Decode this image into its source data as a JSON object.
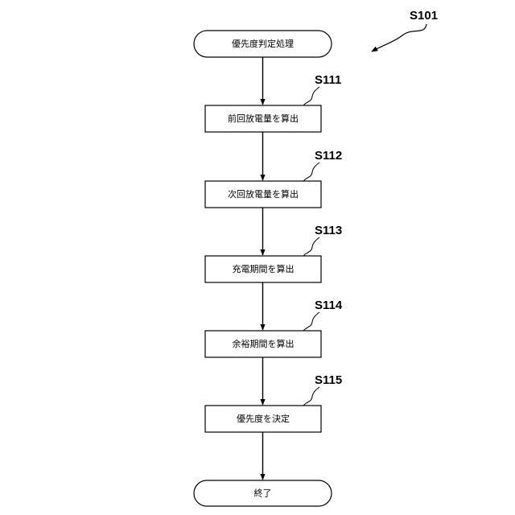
{
  "diagram_id": "S101",
  "start": {
    "label": "優先度判定処理"
  },
  "steps": [
    {
      "id": "S111",
      "label": "前回放電量を算出"
    },
    {
      "id": "S112",
      "label": "次回放電量を算出"
    },
    {
      "id": "S113",
      "label": "充電期間を算出"
    },
    {
      "id": "S114",
      "label": "余裕期間を算出"
    },
    {
      "id": "S115",
      "label": "優先度を決定"
    }
  ],
  "end": {
    "label": "終了"
  }
}
